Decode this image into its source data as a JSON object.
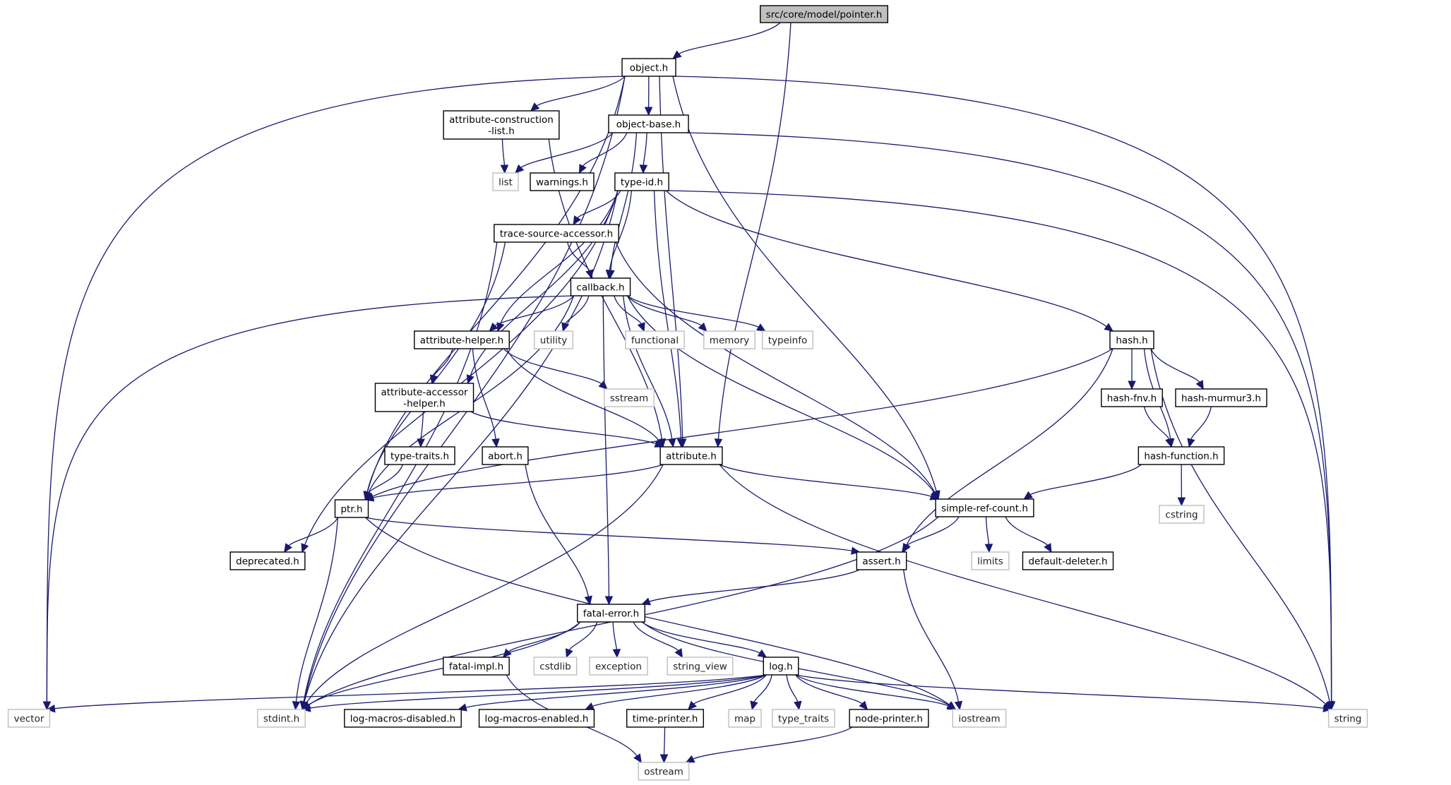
{
  "graph": {
    "title": "src/core/model/pointer.h",
    "colors": {
      "edge": "#191970",
      "root_fill": "#bfbfbf",
      "local_border": "#000000",
      "system_border": "#bfbfbf"
    },
    "nodes": [
      {
        "id": "pointer",
        "label": [
          "src/core/model/pointer.h"
        ],
        "kind": "root"
      },
      {
        "id": "object",
        "label": [
          "object.h"
        ],
        "kind": "local"
      },
      {
        "id": "attrconst",
        "label": [
          "attribute-construction",
          "-list.h"
        ],
        "kind": "local"
      },
      {
        "id": "objbase",
        "label": [
          "object-base.h"
        ],
        "kind": "local"
      },
      {
        "id": "list",
        "label": [
          "list"
        ],
        "kind": "system"
      },
      {
        "id": "warnings",
        "label": [
          "warnings.h"
        ],
        "kind": "local"
      },
      {
        "id": "typeid",
        "label": [
          "type-id.h"
        ],
        "kind": "local"
      },
      {
        "id": "tsa",
        "label": [
          "trace-source-accessor.h"
        ],
        "kind": "local"
      },
      {
        "id": "callback",
        "label": [
          "callback.h"
        ],
        "kind": "local"
      },
      {
        "id": "attrhelper",
        "label": [
          "attribute-helper.h"
        ],
        "kind": "local"
      },
      {
        "id": "utility",
        "label": [
          "utility"
        ],
        "kind": "system"
      },
      {
        "id": "functional",
        "label": [
          "functional"
        ],
        "kind": "system"
      },
      {
        "id": "memory",
        "label": [
          "memory"
        ],
        "kind": "system"
      },
      {
        "id": "typeinfo",
        "label": [
          "typeinfo"
        ],
        "kind": "system"
      },
      {
        "id": "hash",
        "label": [
          "hash.h"
        ],
        "kind": "local"
      },
      {
        "id": "attraccess",
        "label": [
          "attribute-accessor",
          "-helper.h"
        ],
        "kind": "local"
      },
      {
        "id": "sstream",
        "label": [
          "sstream"
        ],
        "kind": "system"
      },
      {
        "id": "hashfnv",
        "label": [
          "hash-fnv.h"
        ],
        "kind": "local"
      },
      {
        "id": "hashmurmur",
        "label": [
          "hash-murmur3.h"
        ],
        "kind": "local"
      },
      {
        "id": "typetraitsh",
        "label": [
          "type-traits.h"
        ],
        "kind": "local"
      },
      {
        "id": "abort",
        "label": [
          "abort.h"
        ],
        "kind": "local"
      },
      {
        "id": "attribute",
        "label": [
          "attribute.h"
        ],
        "kind": "local"
      },
      {
        "id": "hashfunc",
        "label": [
          "hash-function.h"
        ],
        "kind": "local"
      },
      {
        "id": "ptr",
        "label": [
          "ptr.h"
        ],
        "kind": "local"
      },
      {
        "id": "simpleref",
        "label": [
          "simple-ref-count.h"
        ],
        "kind": "local"
      },
      {
        "id": "cstring",
        "label": [
          "cstring"
        ],
        "kind": "system"
      },
      {
        "id": "deprecated",
        "label": [
          "deprecated.h"
        ],
        "kind": "local"
      },
      {
        "id": "assert",
        "label": [
          "assert.h"
        ],
        "kind": "local"
      },
      {
        "id": "limits",
        "label": [
          "limits"
        ],
        "kind": "system"
      },
      {
        "id": "defdeleter",
        "label": [
          "default-deleter.h"
        ],
        "kind": "local"
      },
      {
        "id": "fatalerror",
        "label": [
          "fatal-error.h"
        ],
        "kind": "local"
      },
      {
        "id": "fatalimpl",
        "label": [
          "fatal-impl.h"
        ],
        "kind": "local"
      },
      {
        "id": "cstdlib",
        "label": [
          "cstdlib"
        ],
        "kind": "system"
      },
      {
        "id": "exception",
        "label": [
          "exception"
        ],
        "kind": "system"
      },
      {
        "id": "string_view",
        "label": [
          "string_view"
        ],
        "kind": "system"
      },
      {
        "id": "log",
        "label": [
          "log.h"
        ],
        "kind": "local"
      },
      {
        "id": "vector",
        "label": [
          "vector"
        ],
        "kind": "system"
      },
      {
        "id": "stdint",
        "label": [
          "stdint.h"
        ],
        "kind": "system"
      },
      {
        "id": "logdis",
        "label": [
          "log-macros-disabled.h"
        ],
        "kind": "local"
      },
      {
        "id": "logen",
        "label": [
          "log-macros-enabled.h"
        ],
        "kind": "local"
      },
      {
        "id": "timeprinter",
        "label": [
          "time-printer.h"
        ],
        "kind": "local"
      },
      {
        "id": "map",
        "label": [
          "map"
        ],
        "kind": "system"
      },
      {
        "id": "type_traits",
        "label": [
          "type_traits"
        ],
        "kind": "system"
      },
      {
        "id": "nodeprinter",
        "label": [
          "node-printer.h"
        ],
        "kind": "local"
      },
      {
        "id": "iostream",
        "label": [
          "iostream"
        ],
        "kind": "system"
      },
      {
        "id": "string",
        "label": [
          "string"
        ],
        "kind": "system"
      },
      {
        "id": "ostream",
        "label": [
          "ostream"
        ],
        "kind": "system"
      }
    ],
    "edges": [
      [
        "pointer",
        "object"
      ],
      [
        "pointer",
        "attribute"
      ],
      [
        "object",
        "attrconst"
      ],
      [
        "object",
        "objbase"
      ],
      [
        "object",
        "attribute"
      ],
      [
        "object",
        "ptr"
      ],
      [
        "object",
        "simpleref"
      ],
      [
        "object",
        "string"
      ],
      [
        "object",
        "vector"
      ],
      [
        "object",
        "stdint"
      ],
      [
        "attrconst",
        "list"
      ],
      [
        "attrconst",
        "attribute"
      ],
      [
        "objbase",
        "list"
      ],
      [
        "objbase",
        "warnings"
      ],
      [
        "objbase",
        "typeid"
      ],
      [
        "objbase",
        "callback"
      ],
      [
        "objbase",
        "string"
      ],
      [
        "typeid",
        "tsa"
      ],
      [
        "typeid",
        "callback"
      ],
      [
        "typeid",
        "attrhelper"
      ],
      [
        "typeid",
        "attraccess"
      ],
      [
        "typeid",
        "attribute"
      ],
      [
        "typeid",
        "hash"
      ],
      [
        "typeid",
        "deprecated"
      ],
      [
        "typeid",
        "stdint"
      ],
      [
        "typeid",
        "string"
      ],
      [
        "tsa",
        "callback"
      ],
      [
        "tsa",
        "ptr"
      ],
      [
        "tsa",
        "simpleref"
      ],
      [
        "tsa",
        "stdint"
      ],
      [
        "callback",
        "attrhelper"
      ],
      [
        "callback",
        "utility"
      ],
      [
        "callback",
        "functional"
      ],
      [
        "callback",
        "memory"
      ],
      [
        "callback",
        "typeinfo"
      ],
      [
        "callback",
        "attribute"
      ],
      [
        "callback",
        "ptr"
      ],
      [
        "callback",
        "simpleref"
      ],
      [
        "callback",
        "fatalerror"
      ],
      [
        "callback",
        "vector"
      ],
      [
        "attrhelper",
        "attraccess"
      ],
      [
        "attrhelper",
        "abort"
      ],
      [
        "attrhelper",
        "sstream"
      ],
      [
        "attrhelper",
        "attribute"
      ],
      [
        "attraccess",
        "typetraitsh"
      ],
      [
        "attraccess",
        "attribute"
      ],
      [
        "typetraitsh",
        "ptr"
      ],
      [
        "abort",
        "fatalerror"
      ],
      [
        "hash",
        "hashfnv"
      ],
      [
        "hash",
        "hashmurmur"
      ],
      [
        "hash",
        "hashfunc"
      ],
      [
        "hash",
        "ptr"
      ],
      [
        "hash",
        "assert"
      ],
      [
        "hash",
        "string"
      ],
      [
        "hashfnv",
        "hashfunc"
      ],
      [
        "hashmurmur",
        "hashfunc"
      ],
      [
        "hashfunc",
        "simpleref"
      ],
      [
        "hashfunc",
        "cstring"
      ],
      [
        "attribute",
        "ptr"
      ],
      [
        "attribute",
        "simpleref"
      ],
      [
        "attribute",
        "stdint"
      ],
      [
        "attribute",
        "string"
      ],
      [
        "ptr",
        "deprecated"
      ],
      [
        "ptr",
        "assert"
      ],
      [
        "ptr",
        "stdint"
      ],
      [
        "ptr",
        "iostream"
      ],
      [
        "simpleref",
        "assert"
      ],
      [
        "simpleref",
        "limits"
      ],
      [
        "simpleref",
        "defdeleter"
      ],
      [
        "simpleref",
        "stdint"
      ],
      [
        "assert",
        "fatalerror"
      ],
      [
        "assert",
        "iostream"
      ],
      [
        "fatalerror",
        "fatalimpl"
      ],
      [
        "fatalerror",
        "cstdlib"
      ],
      [
        "fatalerror",
        "exception"
      ],
      [
        "fatalerror",
        "string_view"
      ],
      [
        "fatalerror",
        "log"
      ],
      [
        "fatalerror",
        "iostream"
      ],
      [
        "fatalerror",
        "stdint"
      ],
      [
        "fatalimpl",
        "ostream"
      ],
      [
        "log",
        "vector"
      ],
      [
        "log",
        "stdint"
      ],
      [
        "log",
        "logdis"
      ],
      [
        "log",
        "logen"
      ],
      [
        "log",
        "timeprinter"
      ],
      [
        "log",
        "map"
      ],
      [
        "log",
        "type_traits"
      ],
      [
        "log",
        "nodeprinter"
      ],
      [
        "log",
        "iostream"
      ],
      [
        "log",
        "string"
      ],
      [
        "timeprinter",
        "ostream"
      ],
      [
        "nodeprinter",
        "ostream"
      ]
    ]
  }
}
